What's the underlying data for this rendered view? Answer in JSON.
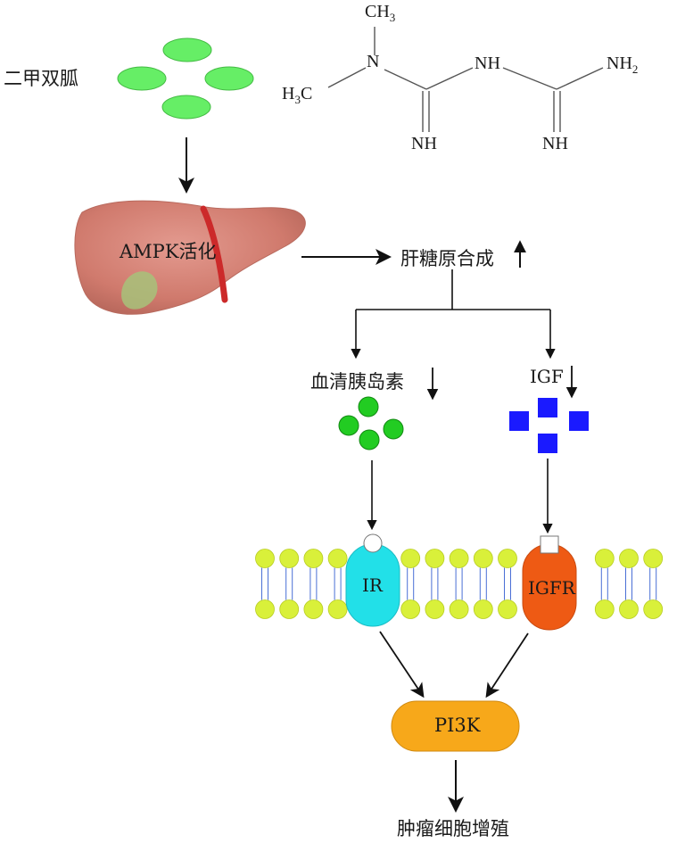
{
  "drug_label": "二甲双胍",
  "chemical": {
    "ch3_top": "CH",
    "ch3_top_sub": "3",
    "n_center": "N",
    "h3c_left_h": "H",
    "h3c_left_sub": "3",
    "h3c_left_c": "C",
    "nh_middle": "NH",
    "nh2_right": "NH",
    "nh2_right_sub": "2",
    "nh_bottom_left": "NH",
    "nh_bottom_right": "NH"
  },
  "liver_label": "AMPK活化",
  "glycogen_label": "肝糖原合成",
  "serum_insulin_label": "血清胰岛素",
  "igf_label": "IGF",
  "ir_label": "IR",
  "igfr_label": "IGFR",
  "pi3k_label": "PI3K",
  "outcome_label": "肿瘤细胞增殖",
  "colors": {
    "green_ellipse": "#66ee66",
    "insulin_green": "#22cc22",
    "igf_blue": "#1a1aff",
    "liver": "#d98478",
    "lipid_head": "#d9f03a",
    "ir_cyan": "#22e0e8",
    "igfr_orange": "#ee5a14",
    "pi3k_orange": "#f7a81a"
  }
}
